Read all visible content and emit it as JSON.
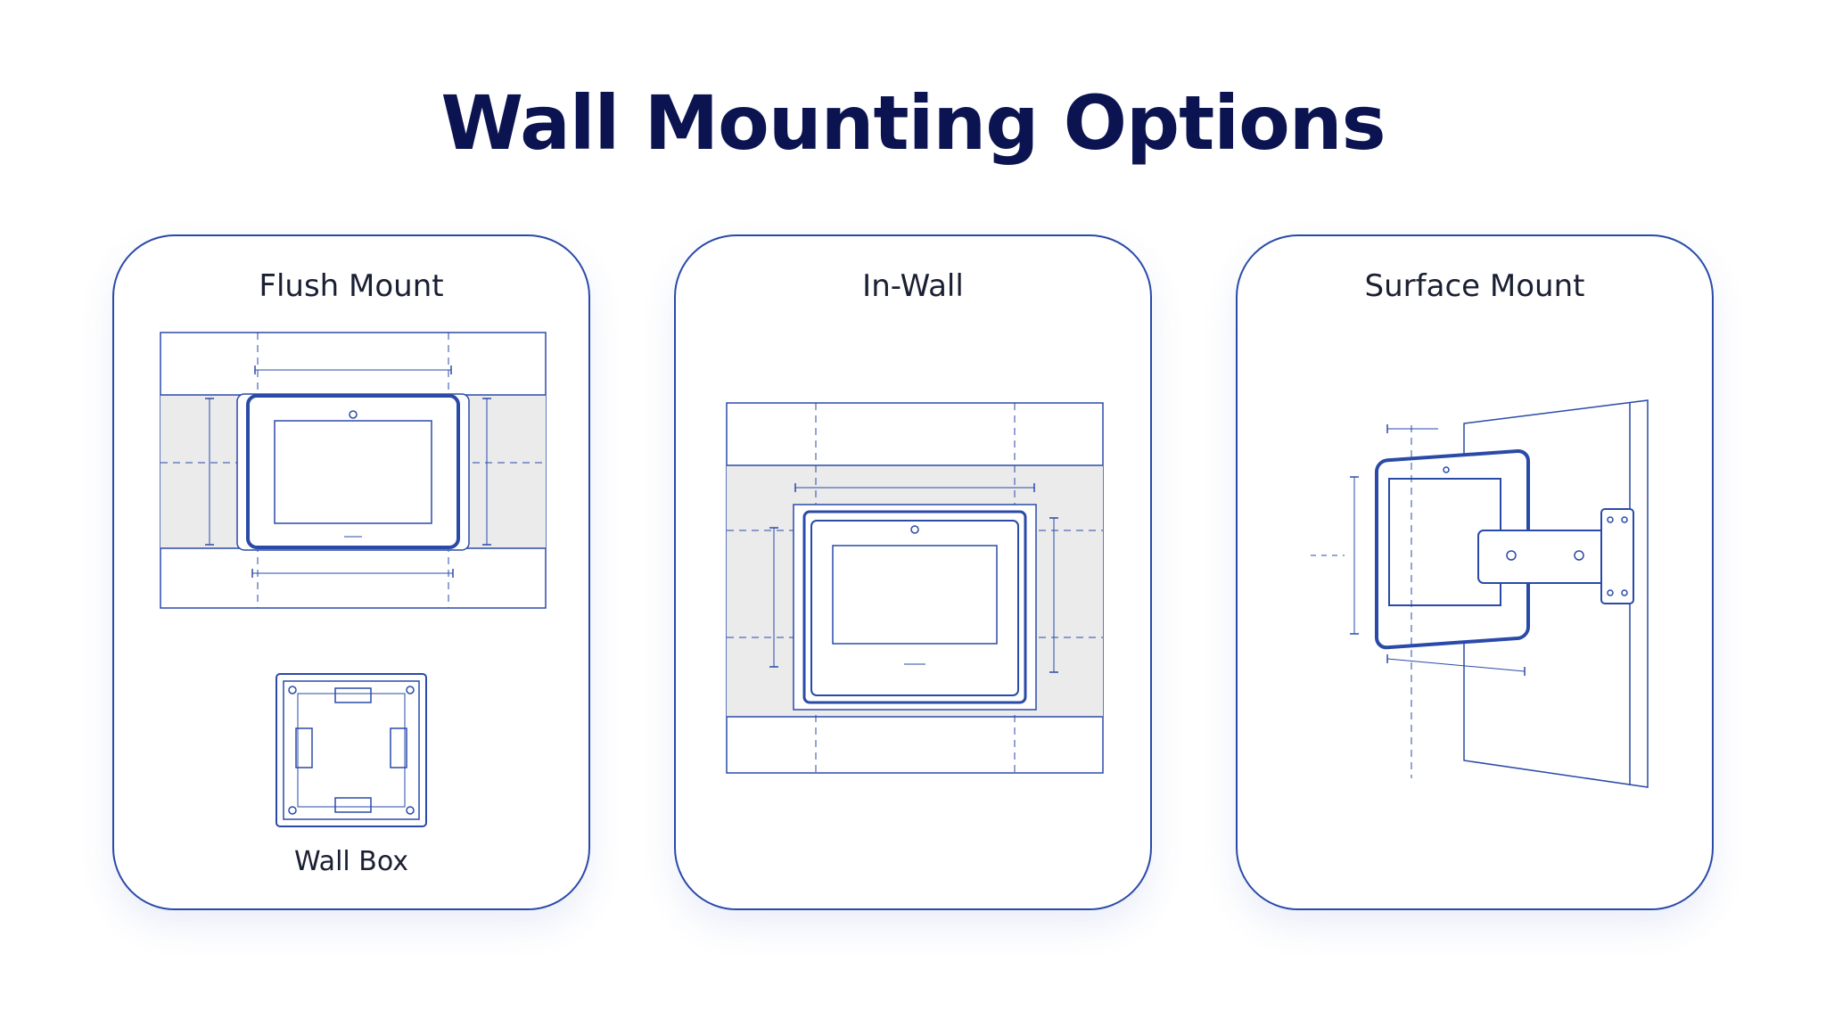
{
  "page": {
    "title": "Wall Mounting Options"
  },
  "colors": {
    "title": "#0b1450",
    "line": "#2a4aa8",
    "shade": "#ebebeb",
    "text": "#1a1f33"
  },
  "cards": [
    {
      "title": "Flush Mount",
      "sub_label": "Wall Box",
      "icon": "flush-mount-diagram"
    },
    {
      "title": "In-Wall",
      "icon": "in-wall-diagram"
    },
    {
      "title": "Surface Mount",
      "icon": "surface-mount-diagram"
    }
  ]
}
